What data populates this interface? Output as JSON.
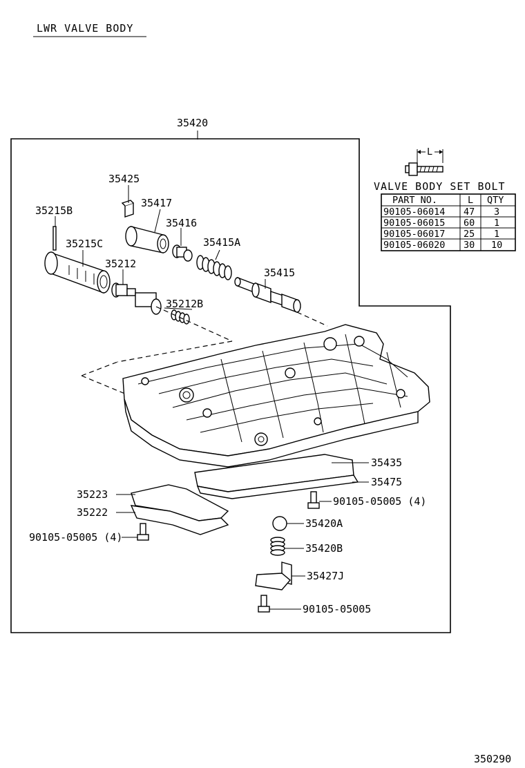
{
  "title": "LWR VALVE BODY",
  "assembly_number": "35420",
  "figure_number": "350290",
  "parts": [
    {
      "id": "35425",
      "label": "35425"
    },
    {
      "id": "35417",
      "label": "35417"
    },
    {
      "id": "35215B",
      "label": "35215B"
    },
    {
      "id": "35416",
      "label": "35416"
    },
    {
      "id": "35215C",
      "label": "35215C"
    },
    {
      "id": "35415A",
      "label": "35415A"
    },
    {
      "id": "35212",
      "label": "35212"
    },
    {
      "id": "35415",
      "label": "35415"
    },
    {
      "id": "35212B",
      "label": "35212B"
    },
    {
      "id": "35435",
      "label": "35435"
    },
    {
      "id": "35475",
      "label": "35475"
    },
    {
      "id": "35223",
      "label": "35223"
    },
    {
      "id": "90105-05005-4a",
      "label": "90105-05005 (4)"
    },
    {
      "id": "35222",
      "label": "35222"
    },
    {
      "id": "35420A",
      "label": "35420A"
    },
    {
      "id": "90105-05005-4b",
      "label": "90105-05005 (4)"
    },
    {
      "id": "35420B",
      "label": "35420B"
    },
    {
      "id": "35427J",
      "label": "35427J"
    },
    {
      "id": "90105-05005",
      "label": "90105-05005"
    }
  ],
  "bolt_table": {
    "dimension_label": "L",
    "caption": "VALVE BODY SET BOLT",
    "headers": [
      "PART NO.",
      "L",
      "QTY"
    ],
    "rows": [
      [
        "90105-06014",
        "47",
        "3"
      ],
      [
        "90105-06015",
        "60",
        "1"
      ],
      [
        "90105-06017",
        "25",
        "1"
      ],
      [
        "90105-06020",
        "30",
        "10"
      ]
    ]
  }
}
